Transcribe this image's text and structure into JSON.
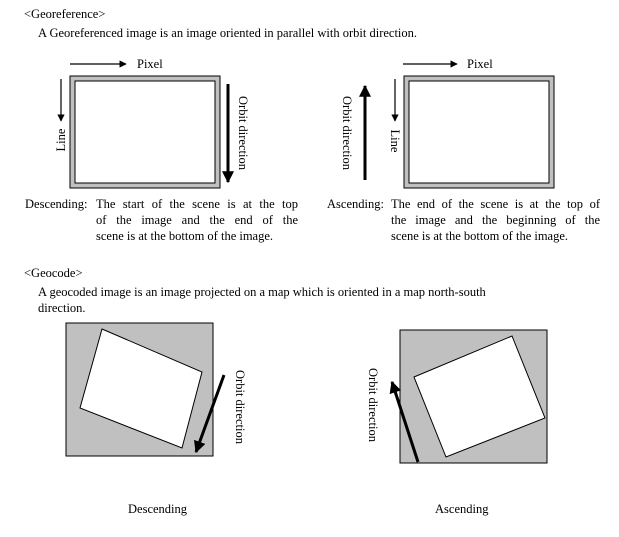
{
  "georeference": {
    "heading": "<Georeference>",
    "description": "A Georeferenced image is an image oriented in parallel with orbit direction.",
    "descending": {
      "pixel_label": "Pixel",
      "line_label": "Line",
      "orbit_label": "Orbit direction",
      "caption_lead": "Descending:",
      "caption_lines": [
        "The start of the scene is at the top",
        "of the image and the end of the",
        "scene is at the bottom of the image."
      ]
    },
    "ascending": {
      "pixel_label": "Pixel",
      "line_label": "Line",
      "orbit_label": "Orbit direction",
      "caption_lead": "Ascending:",
      "caption_lines": [
        "The end of the scene is at the top of",
        "the image and the beginning of the",
        "scene is at the bottom of the image."
      ]
    }
  },
  "geocode": {
    "heading": "<Geocode>",
    "description_lines": [
      "A geocoded image is an image projected on a map which is oriented in a map north-south",
      "direction."
    ],
    "descending": {
      "orbit_label": "Orbit direction",
      "caption": "Descending"
    },
    "ascending": {
      "orbit_label": "Orbit direction",
      "caption": "Ascending"
    }
  },
  "colors": {
    "frame_gray": "#c0c0c0",
    "stroke": "#000000"
  }
}
